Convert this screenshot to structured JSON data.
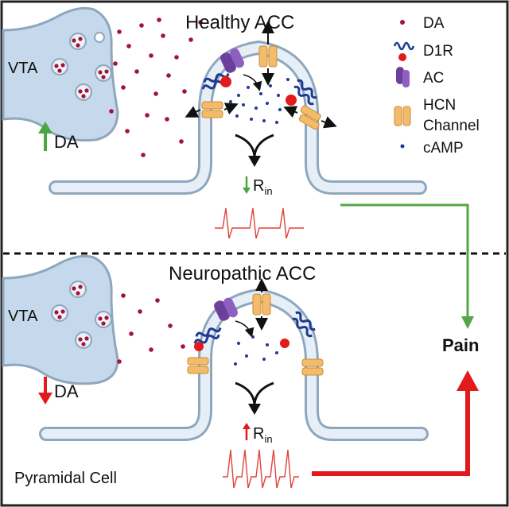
{
  "panels": {
    "healthy": {
      "title": "Healthy ACC",
      "source": "VTA",
      "da_change": "DA",
      "rin_label": "R",
      "rin_sub": "in"
    },
    "neuropathic": {
      "title": "Neuropathic ACC",
      "source": "VTA",
      "da_change": "DA",
      "rin_label": "R",
      "rin_sub": "in"
    }
  },
  "legend": {
    "items": [
      {
        "icon": "da-dot-icon",
        "label": "DA"
      },
      {
        "icon": "d1r-receptor-icon",
        "label": "D1R"
      },
      {
        "icon": "ac-enzyme-icon",
        "label": "AC"
      },
      {
        "icon": "hcn-channel-icon",
        "label": "HCN"
      },
      {
        "icon": "",
        "label": "Channel"
      },
      {
        "icon": "camp-dot-icon",
        "label": "cAMP"
      }
    ]
  },
  "outcome": {
    "label": "Pain"
  },
  "cell_label": "Pyramidal Cell",
  "colors": {
    "up_arrow": "#4aa640",
    "down_arrow": "#e31a1c",
    "da_dot": "#a3133a",
    "camp_dot": "#1f3a93",
    "membrane_fill": "#dbe8f4",
    "membrane_stroke": "#8fa7bd",
    "spike": "#e0443a",
    "healthy_path": "#55a646",
    "neuro_path": "#e31a1c"
  }
}
